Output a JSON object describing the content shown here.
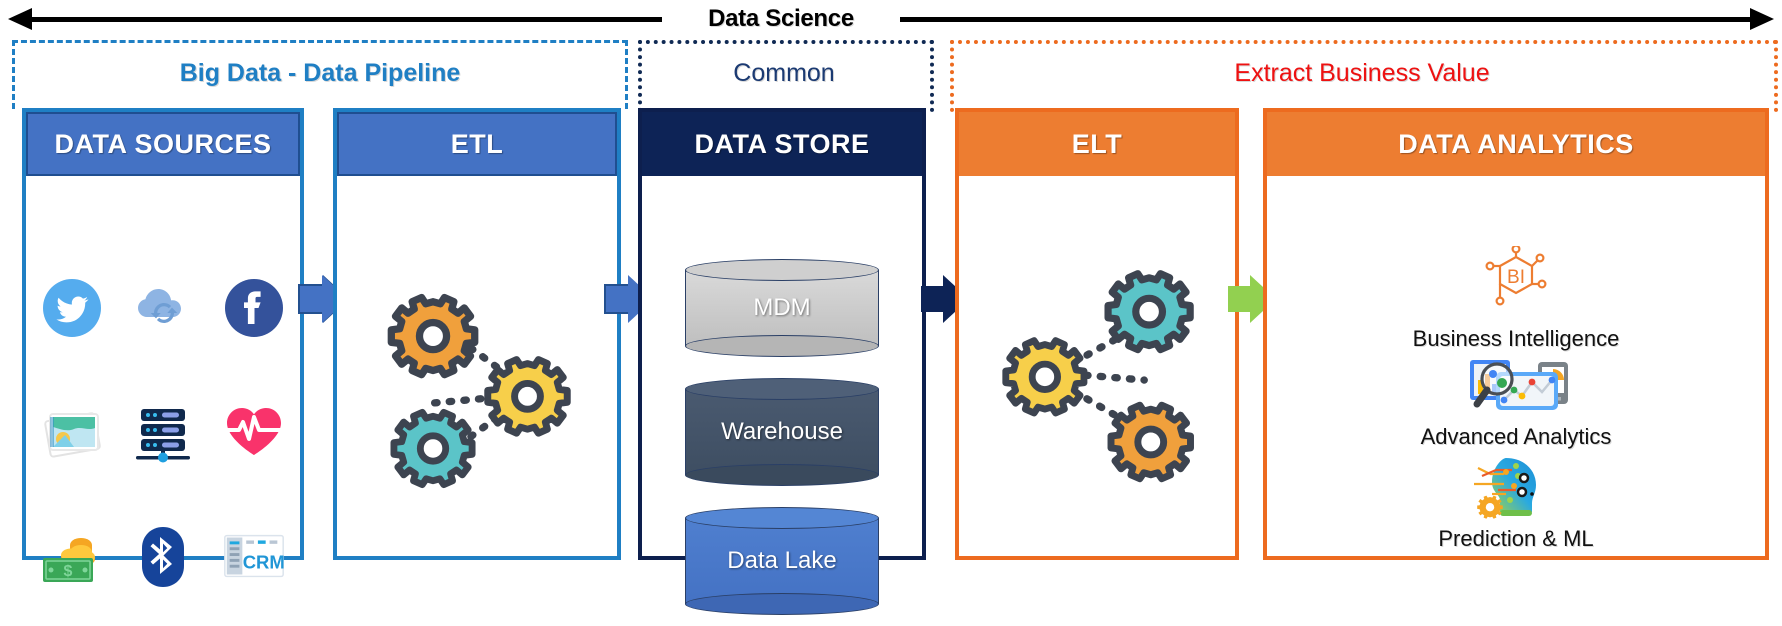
{
  "banner": {
    "title": "Data Science",
    "arrow_left": "arrow-left-icon",
    "arrow_right": "arrow-right-icon"
  },
  "groups": [
    {
      "id": "big-data",
      "label": "Big Data - Data Pipeline",
      "color": "#1f7fc4",
      "border": "dashed"
    },
    {
      "id": "common",
      "label": "Common",
      "color": "#1b3a72",
      "border": "dotted"
    },
    {
      "id": "extract-business-value",
      "label": "Extract Business Value",
      "color": "#ee1111",
      "border": "dotted"
    }
  ],
  "panels": {
    "data_sources": {
      "title": "DATA SOURCES",
      "header_bg": "#4472c4",
      "border": "#1f7fc4",
      "icons": [
        {
          "name": "twitter-icon",
          "label": "Twitter"
        },
        {
          "name": "cloud-sync-icon",
          "label": "Cloud Sync"
        },
        {
          "name": "facebook-icon",
          "label": "Facebook"
        },
        {
          "name": "photos-icon",
          "label": "Images"
        },
        {
          "name": "server-rack-icon",
          "label": "Servers"
        },
        {
          "name": "heartbeat-icon",
          "label": "Health Data"
        },
        {
          "name": "money-icon",
          "label": "Financial Data"
        },
        {
          "name": "bluetooth-icon",
          "label": "Bluetooth / IoT"
        },
        {
          "name": "crm-icon",
          "label": "CRM"
        }
      ]
    },
    "etl": {
      "title": "ETL",
      "header_bg": "#4472c4",
      "border": "#1f7fc4",
      "gears": [
        {
          "name": "gear-orange",
          "color": "#f0a03c"
        },
        {
          "name": "gear-yellow",
          "color": "#f7cf4a"
        },
        {
          "name": "gear-teal",
          "color": "#5bc4c8"
        }
      ]
    },
    "data_store": {
      "title": "DATA STORE",
      "header_bg": "#0d2356",
      "border": "#0d1f4e",
      "stores": [
        {
          "name": "mdm-cylinder",
          "label": "MDM",
          "color": "#c9c9c9"
        },
        {
          "name": "warehouse-cylinder",
          "label": "Warehouse",
          "color": "#44546a"
        },
        {
          "name": "data-lake-cylinder",
          "label": "Data Lake",
          "color": "#4472c4"
        }
      ]
    },
    "elt": {
      "title": "ELT",
      "header_bg": "#ed7d31",
      "border": "#ed6b1f",
      "gears": [
        {
          "name": "gear-yellow",
          "color": "#f7cf4a"
        },
        {
          "name": "gear-teal",
          "color": "#5bc4c8"
        },
        {
          "name": "gear-orange",
          "color": "#f0a03c"
        }
      ]
    },
    "data_analytics": {
      "title": "DATA ANALYTICS",
      "header_bg": "#ed7d31",
      "border": "#ed6b1f",
      "items": [
        {
          "name": "business-intelligence-icon",
          "label": "Business Intelligence",
          "badge": "BI"
        },
        {
          "name": "advanced-analytics-icon",
          "label": "Advanced Analytics"
        },
        {
          "name": "prediction-ml-icon",
          "label": "Prediction & ML"
        }
      ]
    }
  },
  "connectors": [
    {
      "name": "arrow-sources-to-etl",
      "color": "#4472c4"
    },
    {
      "name": "arrow-etl-to-store",
      "color": "#4472c4"
    },
    {
      "name": "arrow-store-to-elt",
      "color": "#0d2356"
    },
    {
      "name": "arrow-elt-to-analytics",
      "color": "#92d050"
    }
  ]
}
